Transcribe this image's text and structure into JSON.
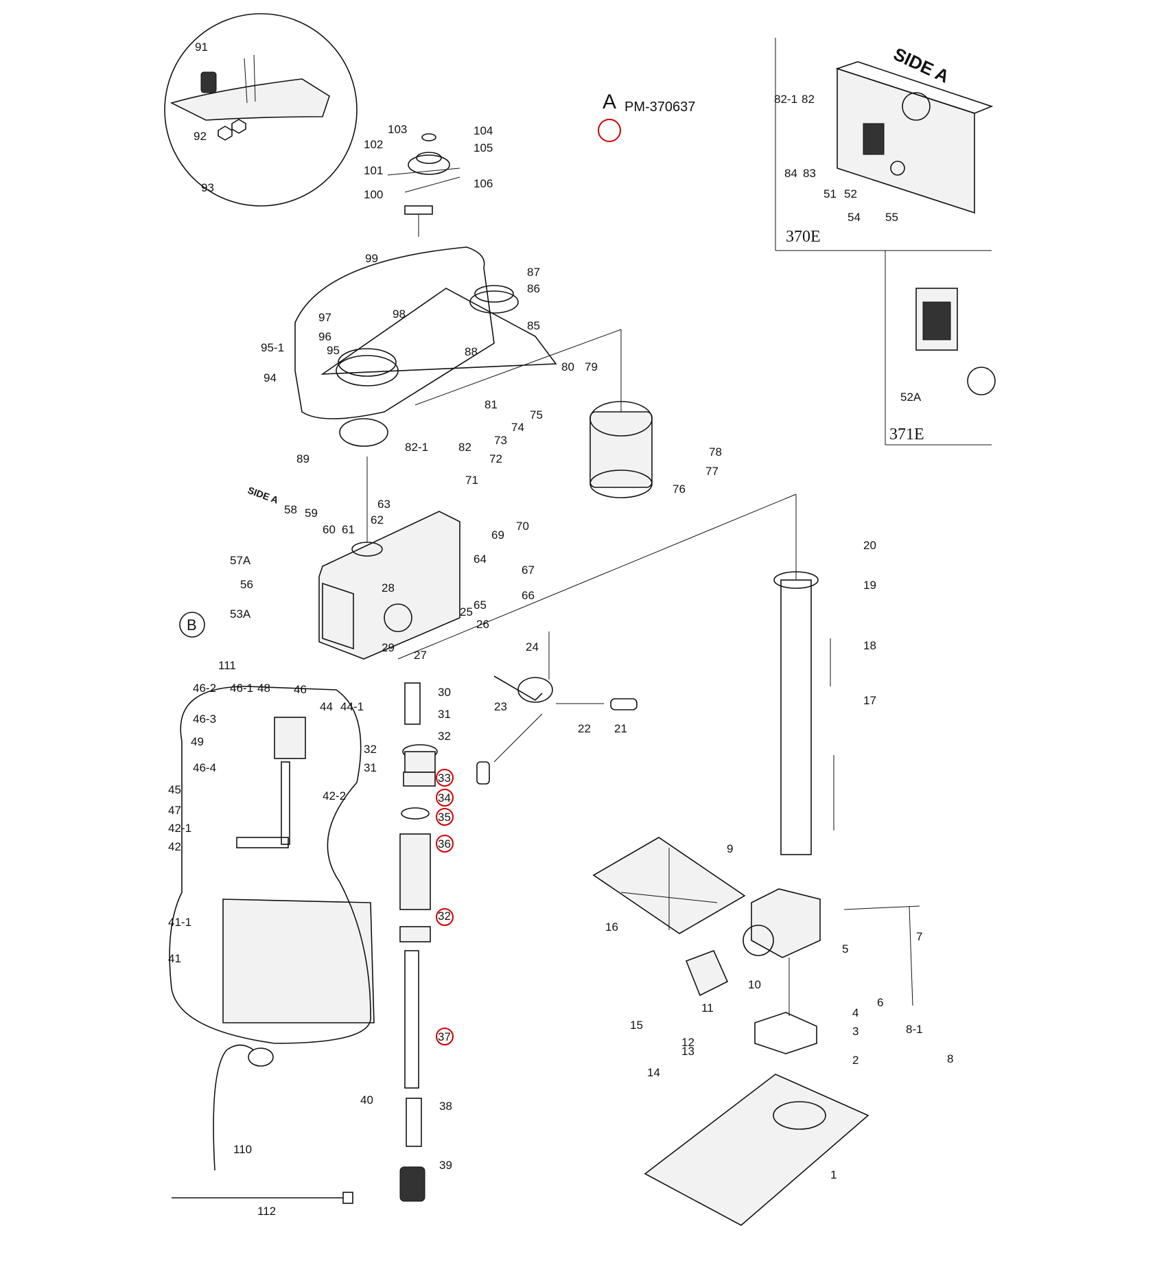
{
  "callout_a": {
    "letter": "A",
    "model": "PM-370637"
  },
  "callout_b": {
    "letter": "B"
  },
  "side_a": "SIDE A",
  "inset_370e": {
    "title": "370E",
    "heading": "SIDE A",
    "labels": [
      "82-1",
      "82",
      "84",
      "83",
      "51",
      "52",
      "54",
      "55"
    ]
  },
  "inset_371e": {
    "title": "371E",
    "labels": [
      "52A"
    ]
  },
  "part_labels": {
    "p1": "1",
    "p2": "2",
    "p3": "3",
    "p4": "4",
    "p5": "5",
    "p6": "6",
    "p7": "7",
    "p8": "8",
    "p8_1": "8-1",
    "p9": "9",
    "p10": "10",
    "p11": "11",
    "p12": "12",
    "p13": "13",
    "p14": "14",
    "p15": "15",
    "p16": "16",
    "p17": "17",
    "p18": "18",
    "p19": "19",
    "p20": "20",
    "p21": "21",
    "p22": "22",
    "p23": "23",
    "p24": "24",
    "p25": "25",
    "p26": "26",
    "p27": "27",
    "p28": "28",
    "p29": "29",
    "p30": "30",
    "p31a": "31",
    "p31b": "31",
    "p32a": "32",
    "p32b": "32",
    "p32c": "32",
    "p33": "33",
    "p34": "34",
    "p35": "35",
    "p36": "36",
    "p37": "37",
    "p38": "38",
    "p39": "39",
    "p40": "40",
    "p41": "41",
    "p41_1": "41-1",
    "p42": "42",
    "p42_1": "42-1",
    "p42_2": "42-2",
    "p44": "44",
    "p44_1": "44-1",
    "p45": "45",
    "p46": "46",
    "p46_1": "46-1",
    "p46_2": "46-2",
    "p46_3": "46-3",
    "p46_4": "46-4",
    "p47": "47",
    "p48": "48",
    "p49": "49",
    "p53a": "53A",
    "p56": "56",
    "p57a": "57A",
    "p58": "58",
    "p59": "59",
    "p60": "60",
    "p61": "61",
    "p62": "62",
    "p63": "63",
    "p64": "64",
    "p65": "65",
    "p66": "66",
    "p67": "67",
    "p69": "69",
    "p70": "70",
    "p71": "71",
    "p72": "72",
    "p73": "73",
    "p74": "74",
    "p75": "75",
    "p76": "76",
    "p77": "77",
    "p78": "78",
    "p79": "79",
    "p80": "80",
    "p81": "81",
    "p82": "82",
    "p82_1": "82-1",
    "p85": "85",
    "p86": "86",
    "p87": "87",
    "p88": "88",
    "p89": "89",
    "p91": "91",
    "p92": "92",
    "p93": "93",
    "p94": "94",
    "p95": "95",
    "p95_1": "95-1",
    "p96": "96",
    "p97": "97",
    "p98": "98",
    "p99": "99",
    "p100": "100",
    "p101": "101",
    "p102": "102",
    "p103": "103",
    "p104": "104",
    "p105": "105",
    "p106": "106",
    "p110": "110",
    "p111": "111",
    "p112": "112"
  },
  "highlight_color": "#d00000",
  "highlighted_parts": [
    "33",
    "34",
    "35",
    "36",
    "32",
    "37"
  ]
}
